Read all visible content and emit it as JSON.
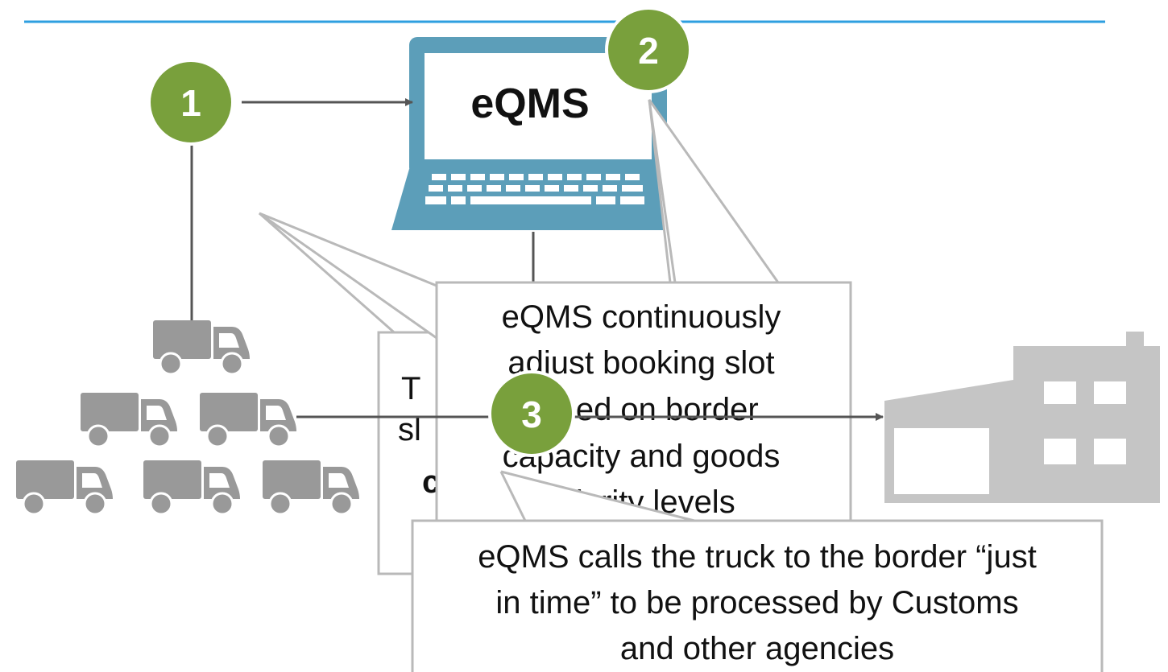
{
  "diagram": {
    "laptop_label": "eQMS",
    "steps": [
      "1",
      "2",
      "3"
    ],
    "callout_behind_lines": [
      "T",
      "sl",
      "c"
    ],
    "callout_middle_lines": [
      "eQMS continuously",
      "adjust booking slot",
      "based on border",
      "capacity and goods",
      "priority levels"
    ],
    "callout_front_lines": [
      "eQMS calls the truck to the border “just",
      "in time” to be processed by Customs",
      "and other agencies"
    ]
  },
  "colors": {
    "header_rule": "#2e9fe0",
    "badge_fill": "#79a03c",
    "laptop": "#5c9eb9",
    "truck": "#999999",
    "building": "#c5c5c5",
    "callout_border": "#b9b9b9",
    "connector": "#555555"
  },
  "icons": [
    "laptop-icon",
    "truck-icon",
    "building-icon"
  ]
}
